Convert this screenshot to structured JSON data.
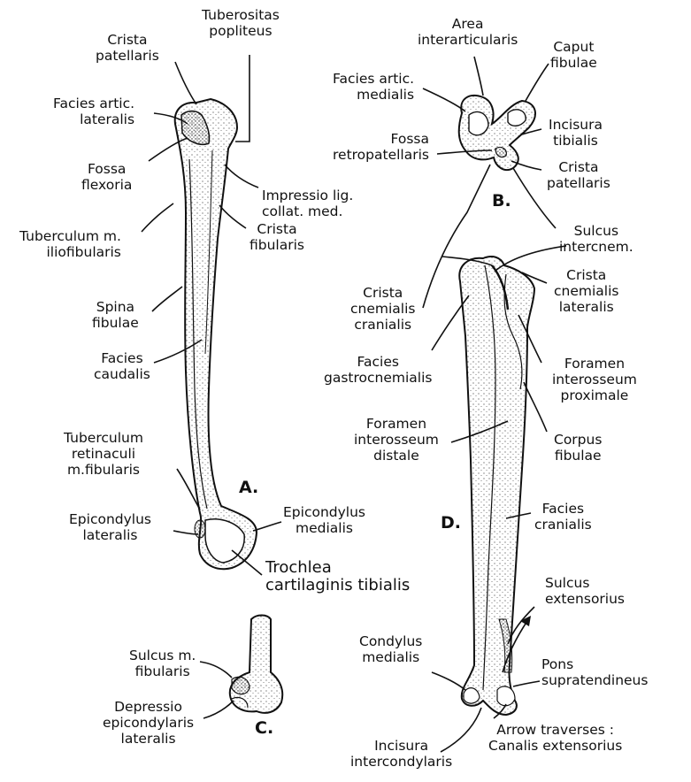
{
  "panels": {
    "a": "A.",
    "b": "B.",
    "c": "C.",
    "d": "D."
  },
  "labels": {
    "tuberositas_popliteus": "Tuberositas\npopliteus",
    "crista_patellaris_a": "Crista\npatellaris",
    "facies_artic_lateralis": "Facies artic.\nlateralis",
    "fossa_flexoria": "Fossa\nflexoria",
    "impressio_lig": "Impressio lig.\ncollat. med.",
    "tuberculum_iliofibularis": "Tuberculum m.\niliofibularis",
    "crista_fibularis": "Crista\nfibularis",
    "spina_fibulae": "Spina\nfibulae",
    "facies_caudalis": "Facies\ncaudalis",
    "tuberculum_retinaculi": "Tuberculum\nretinaculi\nm.fibularis",
    "epicondylus_lateralis": "Epicondylus\nlateralis",
    "epicondylus_medialis": "Epicondylus\nmedialis",
    "trochlea": "Trochlea\ncartilaginis tibialis",
    "area_interarticularis": "Area\ninterarticularis",
    "caput_fibulae": "Caput\nfibulae",
    "facies_artic_medialis": "Facies artic.\nmedialis",
    "incisura_tibialis": "Incisura\ntibialis",
    "fossa_retropatellaris": "Fossa\nretropatellaris",
    "crista_patellaris_b": "Crista\npatellaris",
    "sulcus_intercnem": "Sulcus\nintercnem.",
    "crista_cnemialis_cranialis": "Crista\ncnemialis\ncranialis",
    "crista_cnemialis_lateralis": "Crista\ncnemialis\nlateralis",
    "facies_gastrocnemialis": "Facies\ngastrocnemialis",
    "foramen_proximale": "Foramen\ninterosseum\nproximale",
    "foramen_distale": "Foramen\ninterosseum\ndistale",
    "corpus_fibulae": "Corpus\nfibulae",
    "facies_cranialis": "Facies\ncranialis",
    "sulcus_extensorius": "Sulcus\nextensorius",
    "condylus_medialis": "Condylus\nmedialis",
    "pons_supratendineus": "Pons\nsupratendineus",
    "arrow_traverses": "Arrow traverses :\nCanalis extensorius",
    "incisura_intercondylaris": "Incisura\nintercondylaris",
    "sulcus_fibularis": "Sulcus m.\nfibularis",
    "depressio_epicondylaris": "Depressio\nepicondylaris\nlateralis"
  }
}
